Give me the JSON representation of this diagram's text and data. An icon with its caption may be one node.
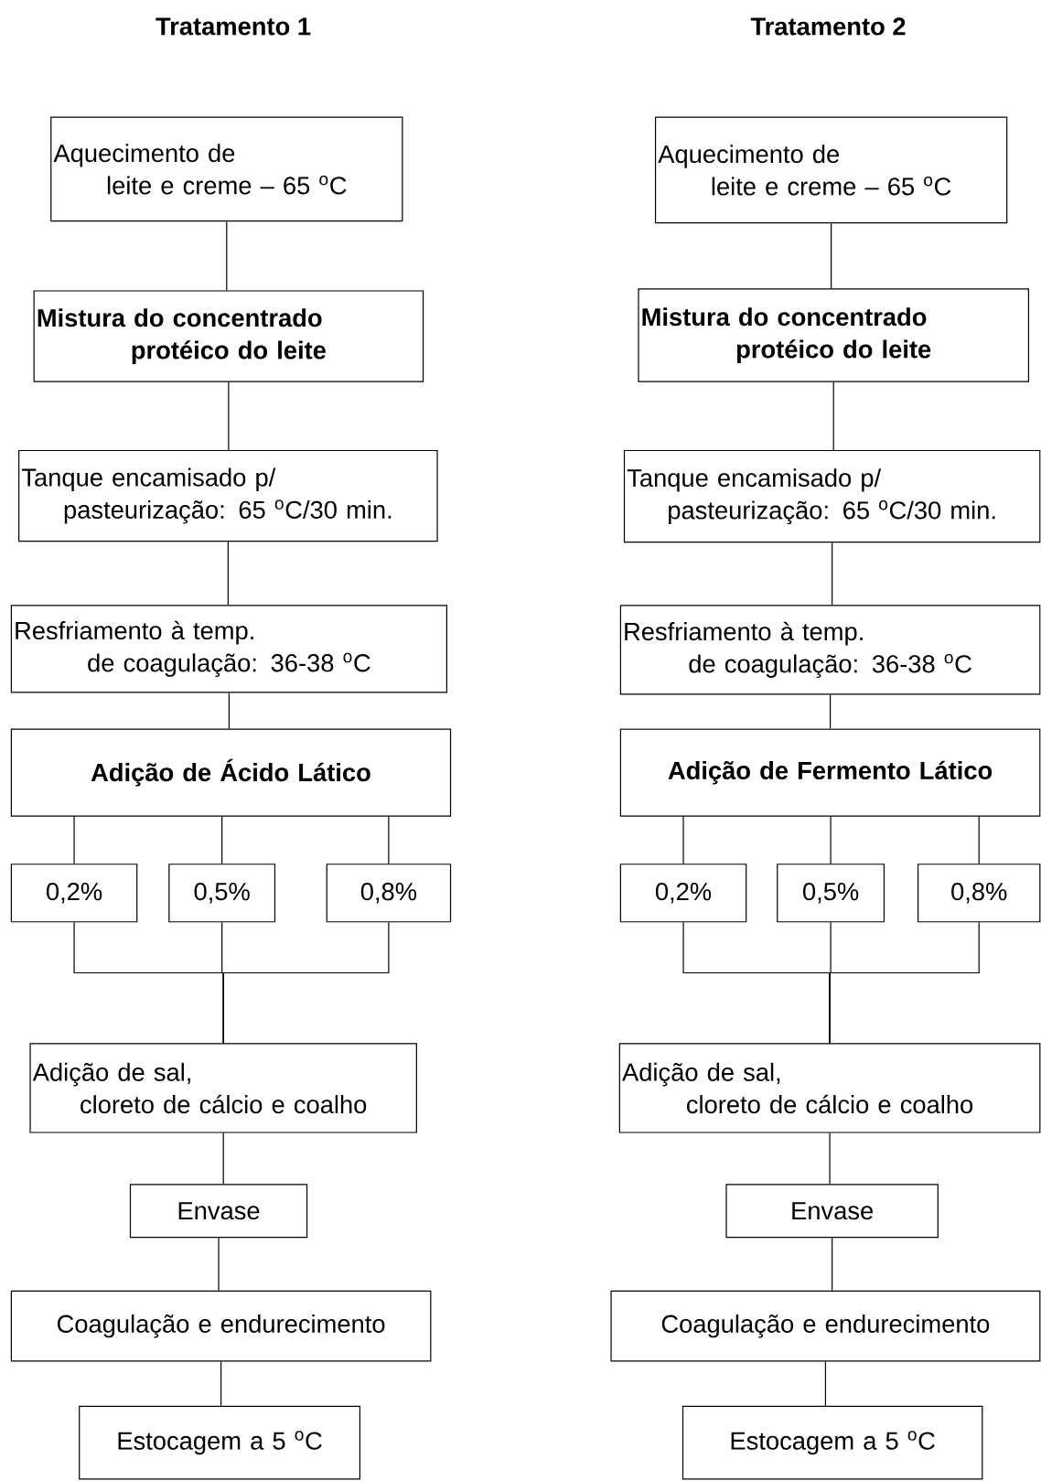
{
  "diagram": {
    "nodes": [
      {
        "text": [
          "Aquecimento de leite e creme – 65 $^{o}$C"
        ]
      },
      {
        "text": [
          "Mistura do concentrado protéico do leite"
        ]
      },
      {
        "text": [
          "Tanque  encamisado p/ pasteurização: 65 $^{o}$C/30 min."
        ]
      },
      {
        "text": [
          "Resfriamento à temp. de coagulação: 36-38 $^{o}$C"
        ]
      },
      {
        "text": [
          "Adição de Ácido Lático"
        ]
      },
      {
        "text": [
          "0,2%"
        ]
      },
      {
        "text": [
          "0,5%"
        ]
      },
      {
        "text": [
          "0,8%"
        ]
      },
      {
        "text": [
          "Adição de sal, cloreto de cálcio e coalho"
        ]
      },
      {
        "text": [
          "Envase"
        ]
      },
      {
        "text": [
          "Coagulação e endurecimento"
        ]
      },
      {
        "text": [
          "Estocagem a 5 $^{o}$C"
        ]
      },
      {
        "text": [
          "Aquecimento de leite e creme – 65 $^{o}$C"
        ]
      },
      {
        "text": [
          "Mistura do concentrado protéico do leite"
        ]
      },
      {
        "text": [
          "Tanque  encamisado p/ pasteurização: 65 $^{o}$C/30 min."
        ]
      },
      {
        "text": [
          "Resfriamento à temp. de coagulação: 36-38 $^{o}$C"
        ]
      },
      {
        "text": [
          "Adição de Fermento Lático"
        ]
      },
      {
        "text": [
          "0,2%"
        ]
      },
      {
        "text": [
          "0,5%"
        ]
      },
      {
        "text": [
          "0,8%"
        ]
      },
      {
        "text": [
          "Adição de sal, cloreto de cálcio e coalho"
        ]
      },
      {
        "text": [
          "Envase"
        ]
      },
      {
        "text": [
          "Coagulação e endurecimento"
        ]
      },
      {
        "text": [
          "Estocagem a 5 $^{o}$C"
        ]
      }
    ],
    "edges": [
      {
        "from": 0,
        "to": 1,
        "arrow": "none"
      },
      {
        "from": 1,
        "to": 2,
        "arrow": "none"
      },
      {
        "from": 2,
        "to": 3,
        "arrow": "none"
      },
      {
        "from": 3,
        "to": 4,
        "arrow": "none"
      },
      {
        "from": 4,
        "to": 5,
        "arrow": "none"
      },
      {
        "from": 4,
        "to": 6,
        "arrow": "none"
      },
      {
        "from": 4,
        "to": 7,
        "arrow": "none"
      },
      {
        "from": 5,
        "to": 8,
        "arrow": "none"
      },
      {
        "from": 6,
        "to": 8,
        "arrow": "none"
      },
      {
        "from": 7,
        "to": 8,
        "arrow": "none"
      },
      {
        "from": 8,
        "to": 9,
        "arrow": "none"
      },
      {
        "from": 9,
        "to": 10,
        "arrow": "none"
      },
      {
        "from": 10,
        "to": 11,
        "arrow": "none"
      },
      {
        "from": 12,
        "to": 13,
        "arrow": "none"
      },
      {
        "from": 13,
        "to": 14,
        "arrow": "none"
      },
      {
        "from": 14,
        "to": 15,
        "arrow": "none"
      },
      {
        "from": 15,
        "to": 16,
        "arrow": "none"
      },
      {
        "from": 16,
        "to": 17,
        "arrow": "none"
      },
      {
        "from": 16,
        "to": 18,
        "arrow": "none"
      },
      {
        "from": 16,
        "to": 19,
        "arrow": "none"
      },
      {
        "from": 17,
        "to": 20,
        "arrow": "none"
      },
      {
        "from": 18,
        "to": 20,
        "arrow": "none"
      },
      {
        "from": 19,
        "to": 20,
        "arrow": "none"
      },
      {
        "from": 20,
        "to": 21,
        "arrow": "none"
      },
      {
        "from": 21,
        "to": 22,
        "arrow": "none"
      },
      {
        "from": 22,
        "to": 23,
        "arrow": "none"
      }
    ],
    "labels": [
      "Tratamento 1",
      "Tratamento 2"
    ]
  }
}
